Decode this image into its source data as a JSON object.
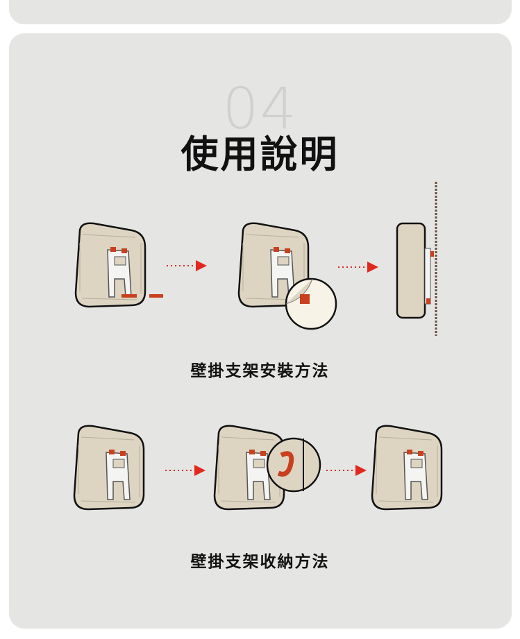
{
  "section": {
    "number": "04",
    "title": "使用說明"
  },
  "steps": [
    {
      "caption": "壁掛支架安裝方法"
    },
    {
      "caption": "壁掛支架收納方法"
    }
  ],
  "colors": {
    "card": "#e5e5e3",
    "device": "#ddd5c2",
    "accent": "#e0281e",
    "clip": "#c8401f"
  }
}
